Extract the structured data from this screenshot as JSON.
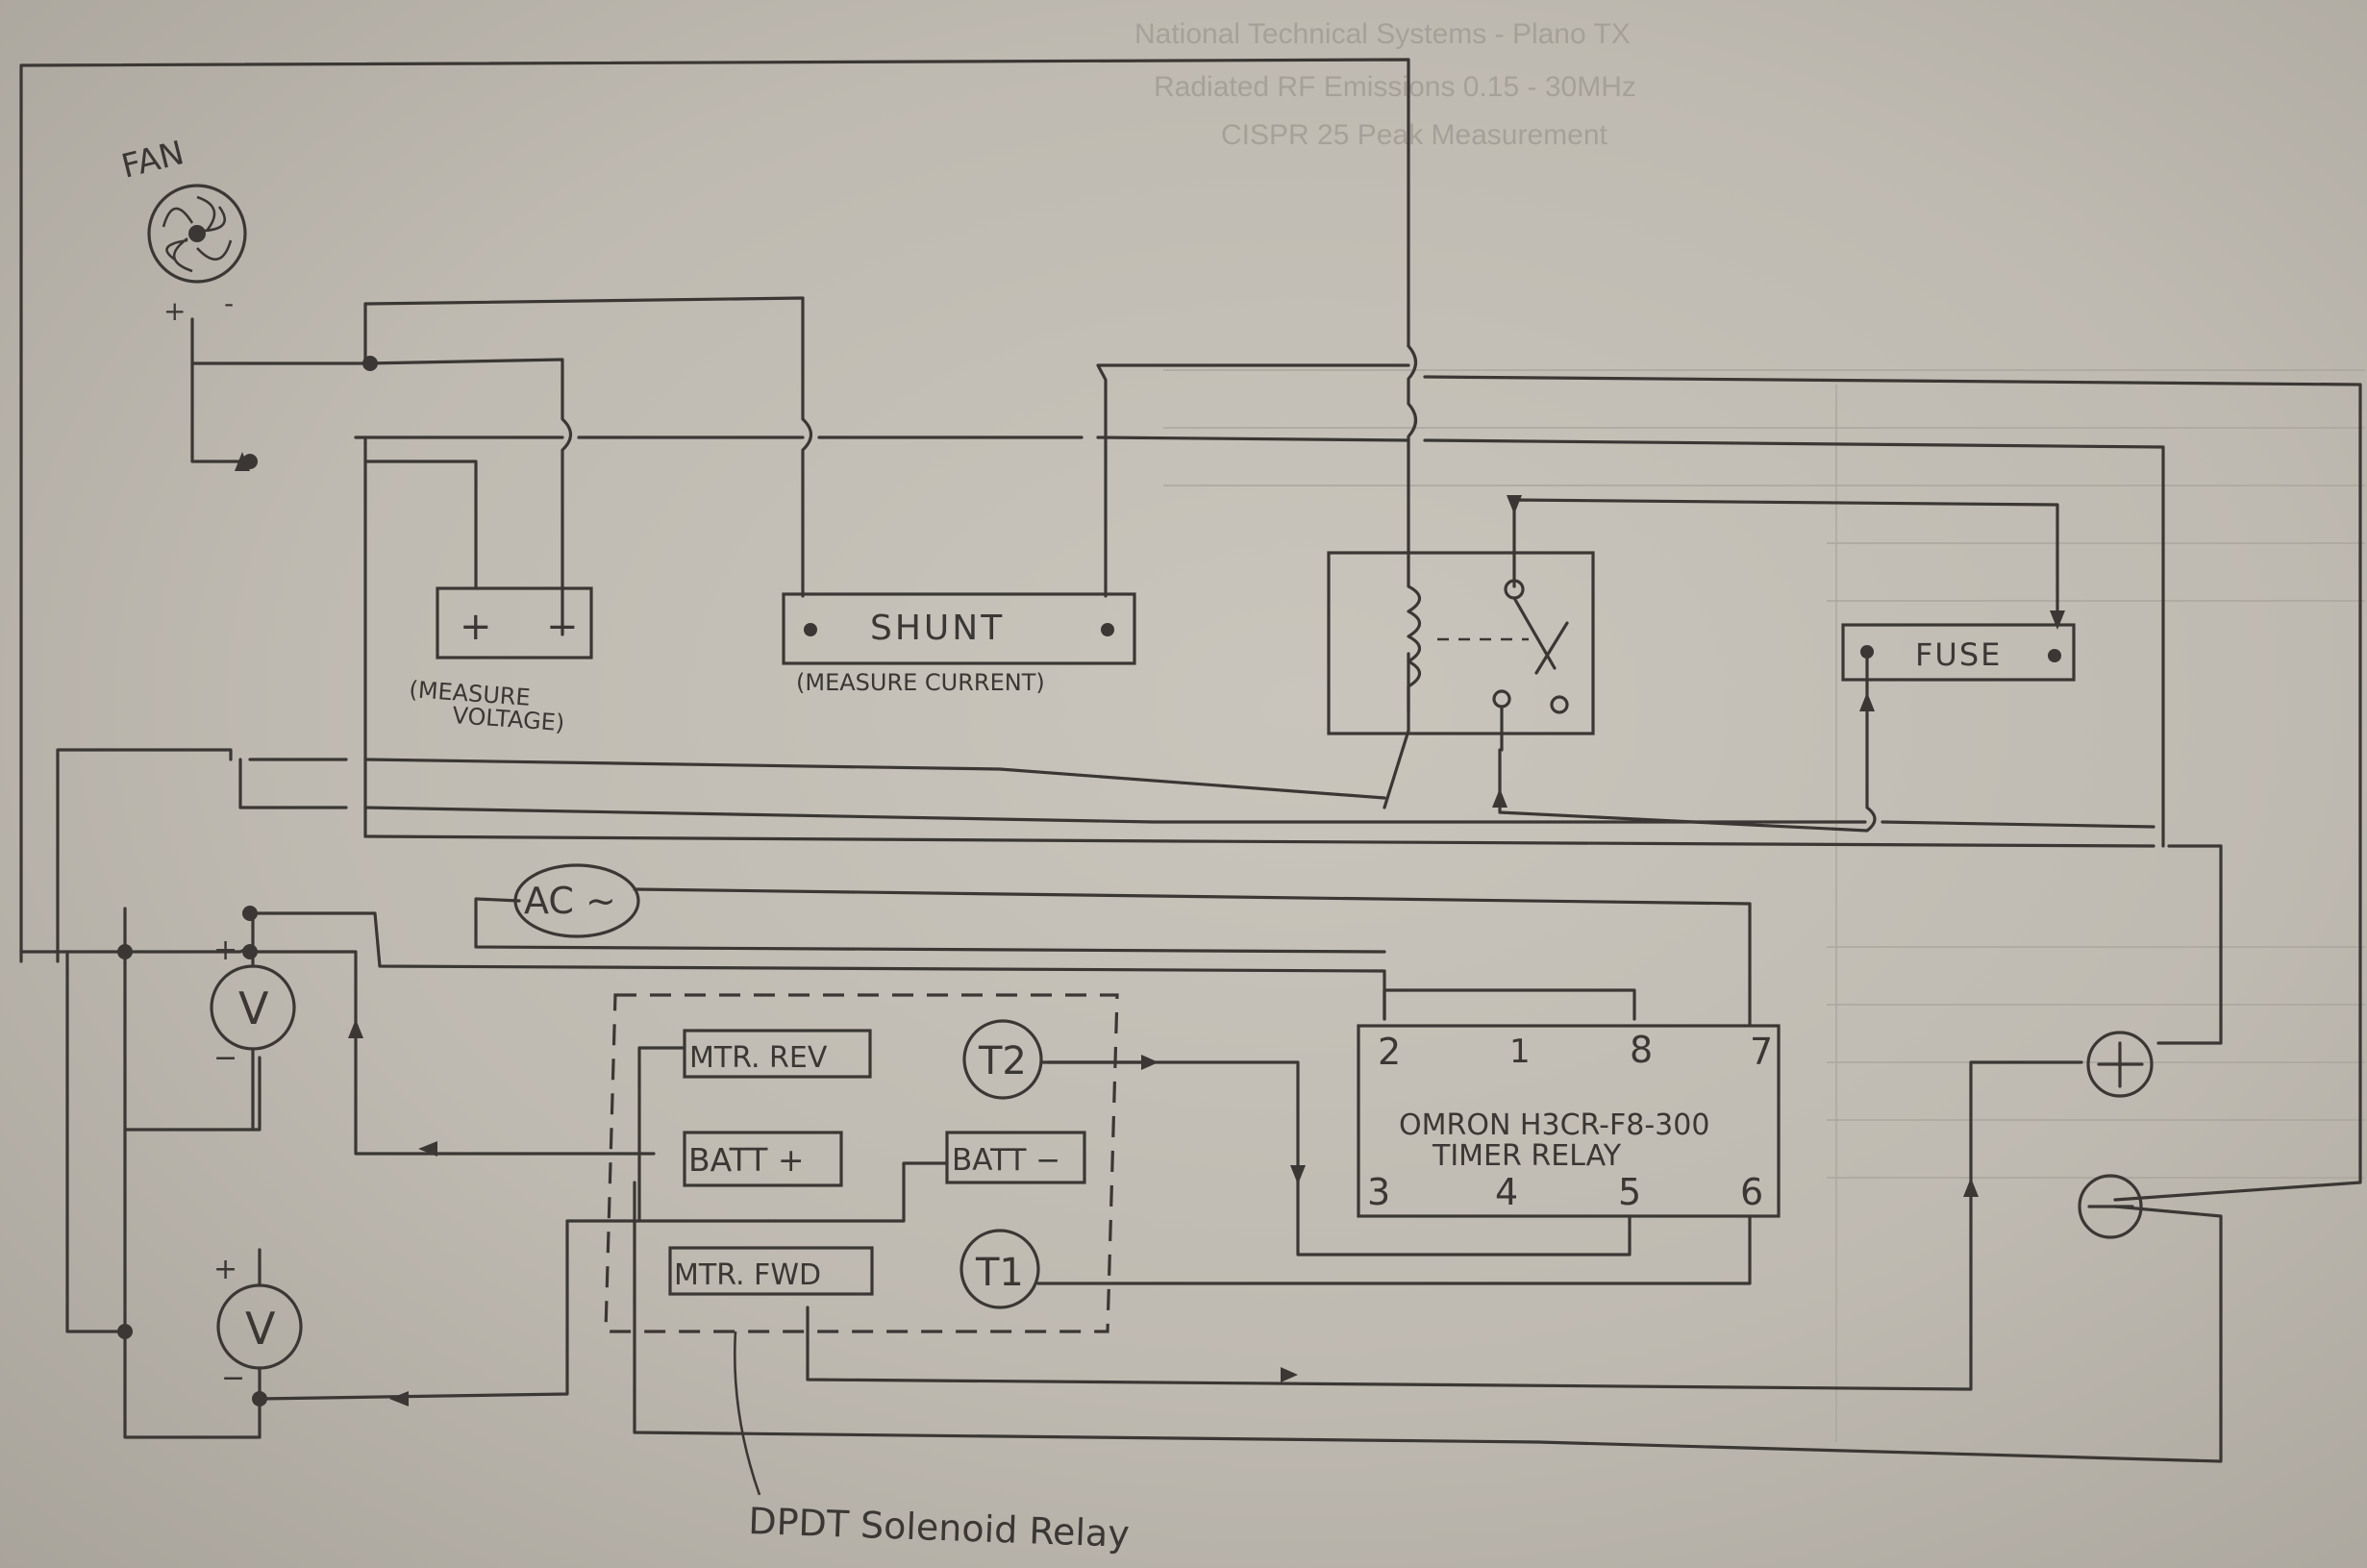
{
  "labels": {
    "fan": "FAN",
    "fan_plus": "+",
    "fan_minus": "-",
    "voltage_plus": "+",
    "voltage_minus": "−",
    "measure_voltage_line1": "(MEASURE",
    "measure_voltage_line2": "VOLTAGE)",
    "shunt": "SHUNT",
    "measure_current": "(MEASURE CURRENT)",
    "fuse": "FUSE",
    "ac_source": "AC ~",
    "mtr_rev": "MTR. REV",
    "batt_plus": "BATT +",
    "batt_minus": "BATT −",
    "mtr_fwd": "MTR. FWD",
    "t2": "T2",
    "t1": "T1",
    "timer_line1": "OMRON H3CR-F8-300",
    "timer_line2": "TIMER RELAY",
    "pin_2": "2",
    "pin_1": "1",
    "pin_8": "8",
    "pin_7": "7",
    "pin_3": "3",
    "pin_4": "4",
    "pin_5": "5",
    "pin_6": "6",
    "voltmeter_1": "V",
    "voltmeter_2": "V",
    "vm1_plus": "+",
    "vm1_minus": "−",
    "vm2_plus": "+",
    "vm2_minus": "−",
    "dpdt_caption": "DPDT Solenoid Relay"
  },
  "background_text": [
    "National Technical Systems - Plano TX",
    "Radiated RF Emissions 0.15 - 30MHz",
    "CISPR 25 Peak Measurement"
  ],
  "colors": {
    "ink": "#3a3734",
    "paper": "#c4c0b7",
    "rule_line": "#aaa69e"
  }
}
